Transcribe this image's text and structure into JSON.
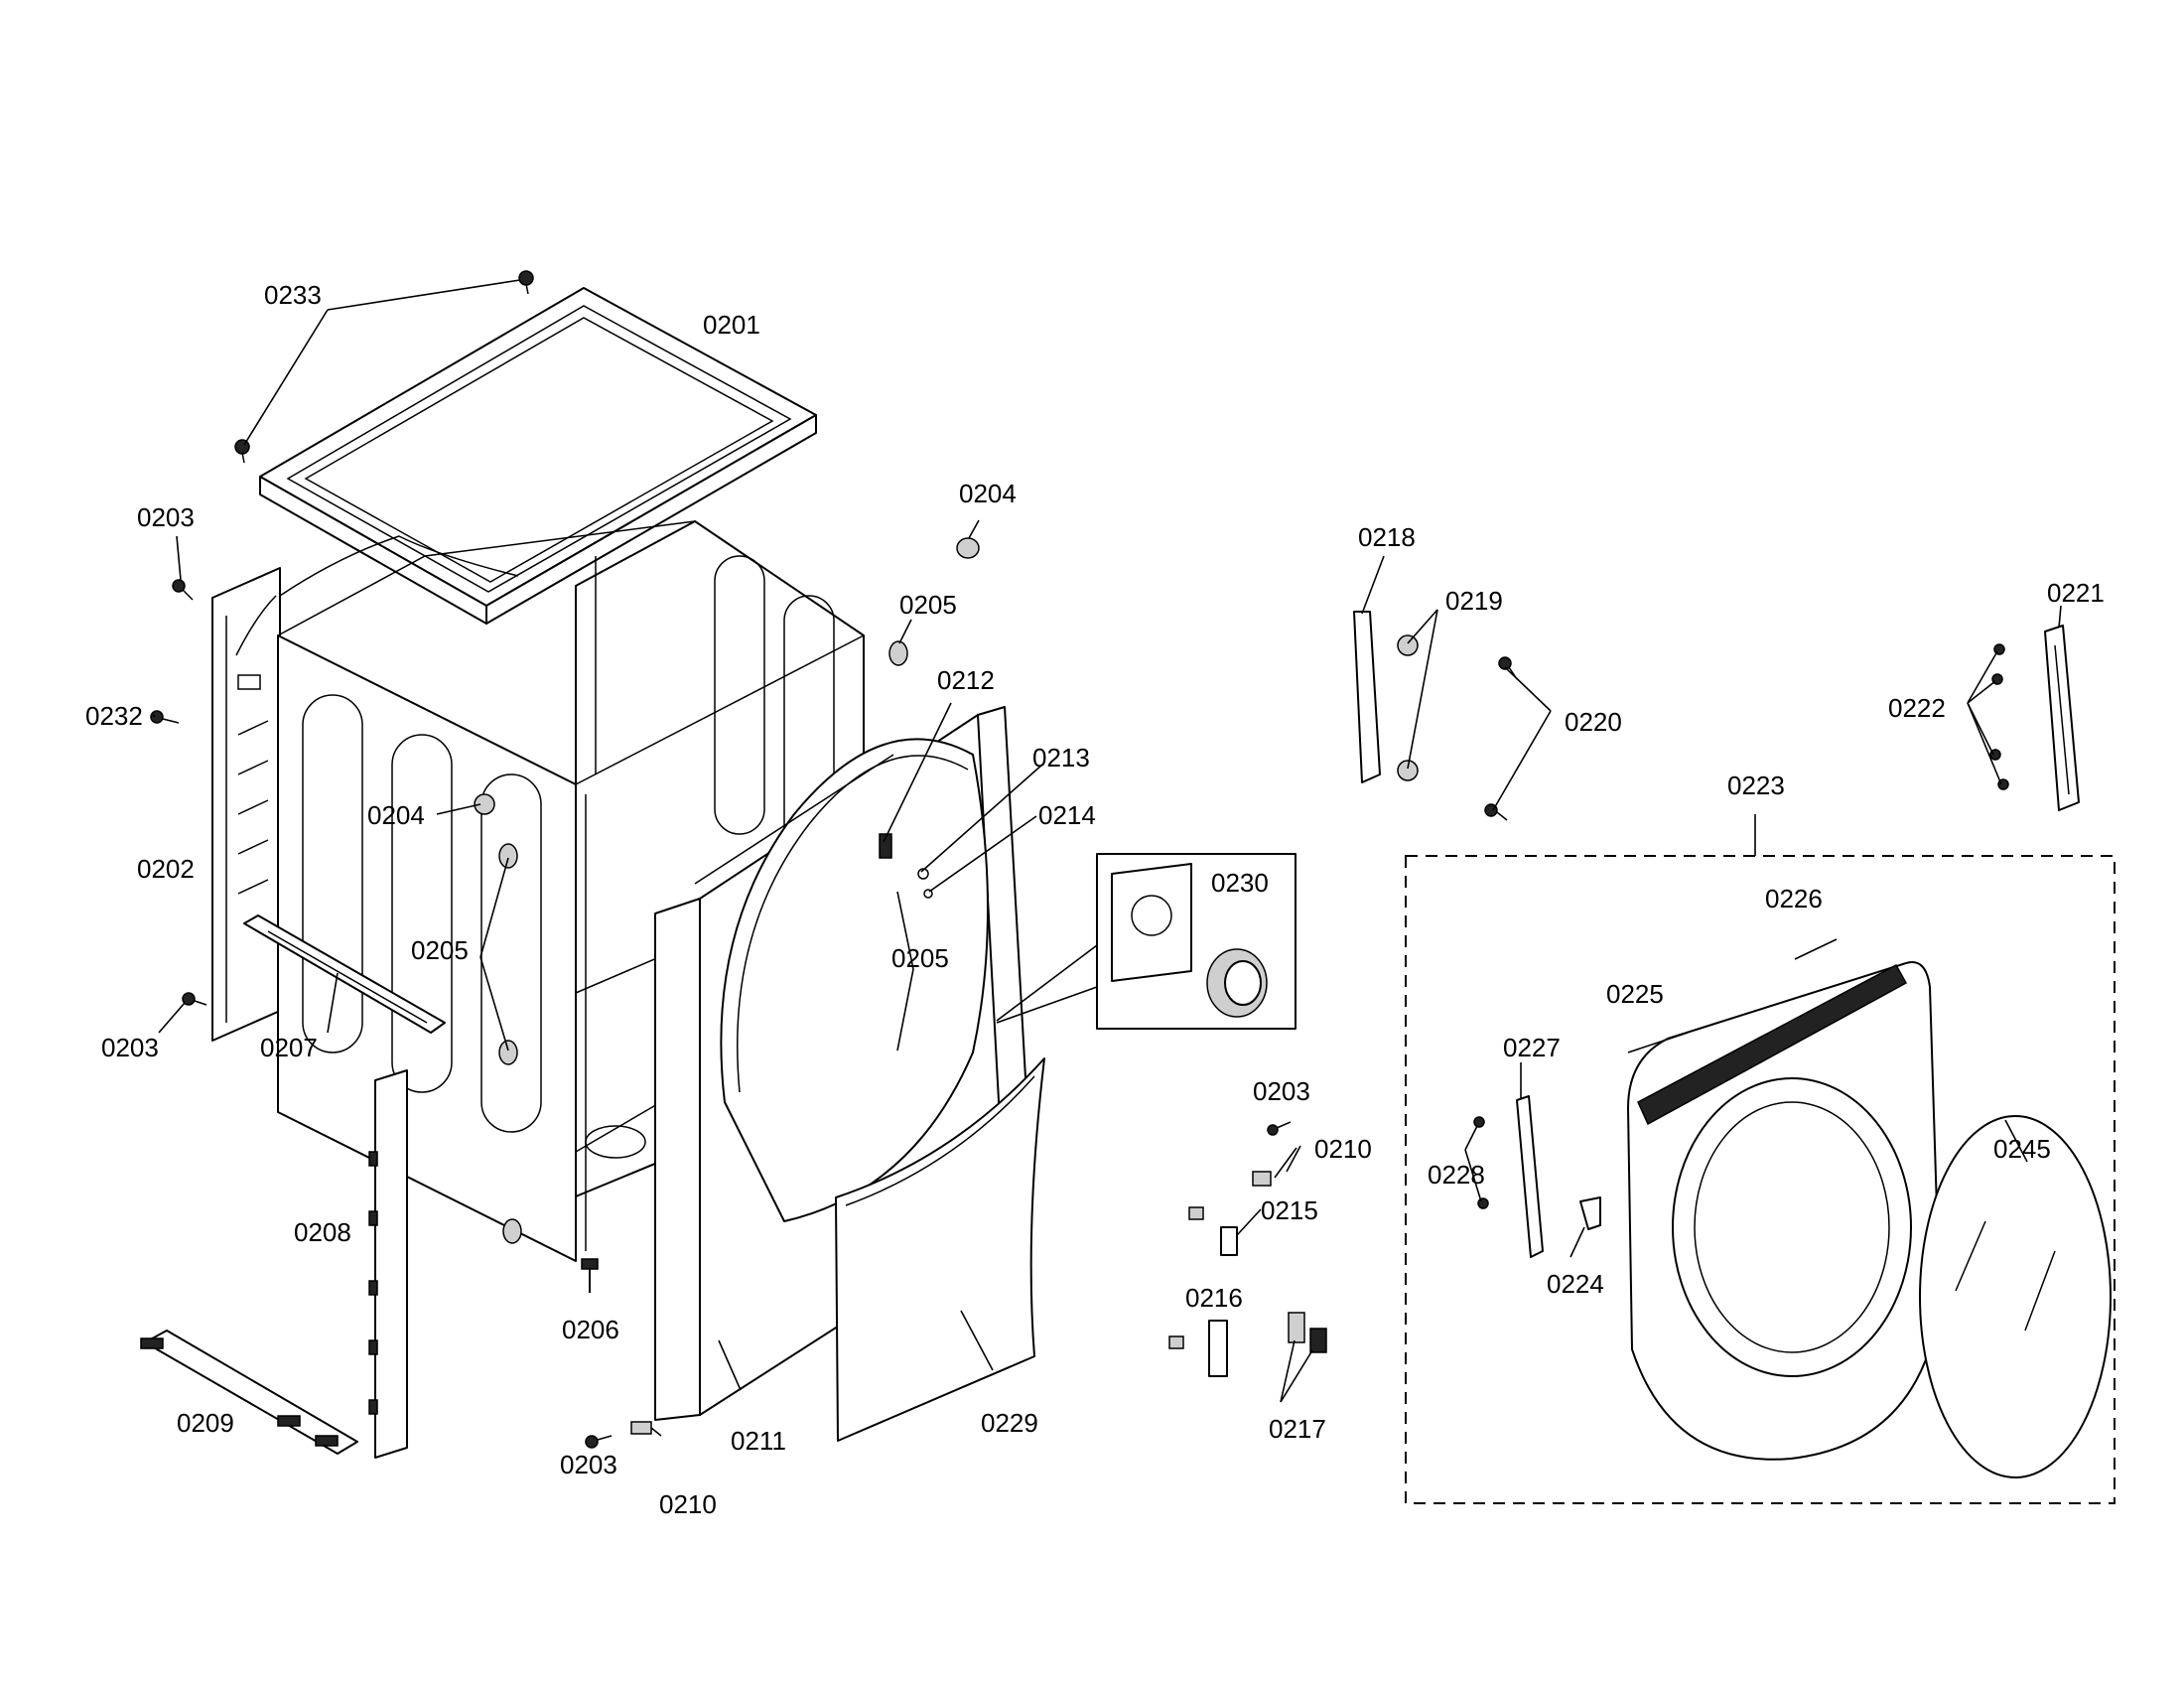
{
  "labels": {
    "l0201": "0201",
    "l0233": "0233",
    "l0203a": "0203",
    "l0232": "0232",
    "l0202": "0202",
    "l0203b": "0203",
    "l0207": "0207",
    "l0204a": "0204",
    "l0204b": "0204",
    "l0205a": "0205",
    "l0205b": "0205",
    "l0205c": "0205",
    "l0208": "0208",
    "l0209": "0209",
    "l0206": "0206",
    "l0203c": "0203",
    "l0210a": "0210",
    "l0211": "0211",
    "l0212": "0212",
    "l0213": "0213",
    "l0214": "0214",
    "l0230": "0230",
    "l0229": "0229",
    "l0203d": "0203",
    "l0210b": "0210",
    "l0215": "0215",
    "l0216": "0216",
    "l0217": "0217",
    "l0218": "0218",
    "l0219": "0219",
    "l0220": "0220",
    "l0221": "0221",
    "l0222": "0222",
    "l0223": "0223",
    "l0226": "0226",
    "l0225": "0225",
    "l0227": "0227",
    "l0228": "0228",
    "l0224": "0224",
    "l0245": "0245"
  }
}
